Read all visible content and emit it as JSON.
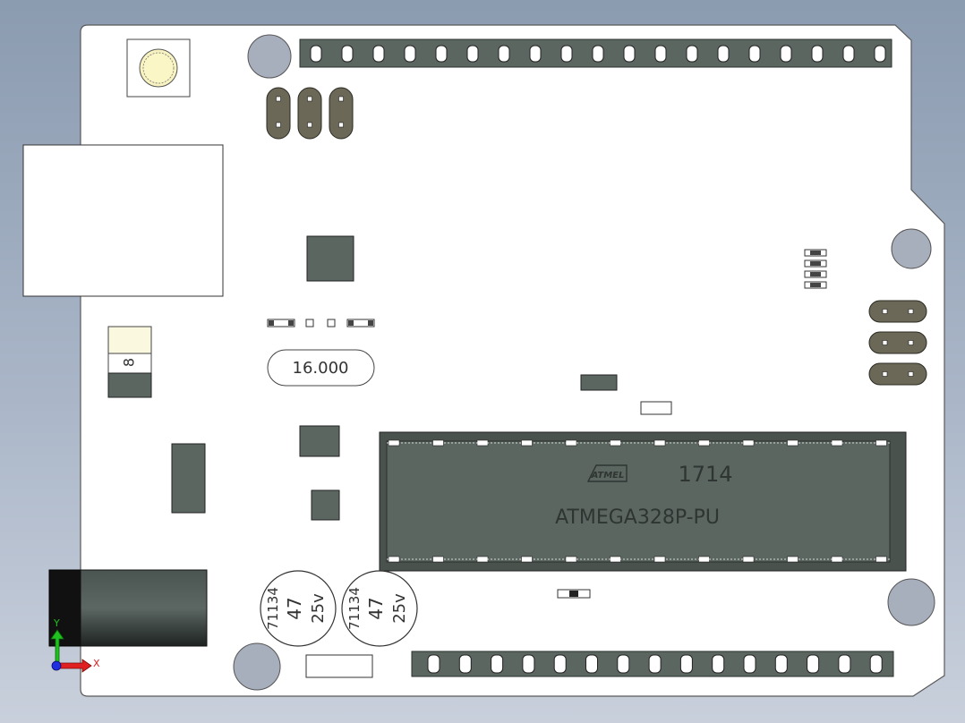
{
  "viewport": {
    "background": "#9aa8bb"
  },
  "board": {
    "pcb_color": "#ffffff",
    "outline_color": "#5a5a5a"
  },
  "crystal": {
    "label": "16.000"
  },
  "mcu": {
    "logo_text": "ATMEL",
    "date_code": "1714",
    "part_number": "ATMEGA328P-PU",
    "body_color": "#5b6660"
  },
  "capacitors": [
    {
      "code": "71134",
      "value": "47",
      "voltage": "25v"
    },
    {
      "code": "71134",
      "value": "47",
      "voltage": "25v"
    }
  ],
  "fuse": {
    "marking": "8"
  },
  "triad": {
    "x_label": "X",
    "y_label": "Y",
    "x_color": "#e02020",
    "y_color": "#20c020",
    "z_color": "#2030e0"
  },
  "colors": {
    "header": "#5b6660",
    "jumper": "#6b6857",
    "component_dark": "#5b6660",
    "hole": "#a7aebc"
  }
}
